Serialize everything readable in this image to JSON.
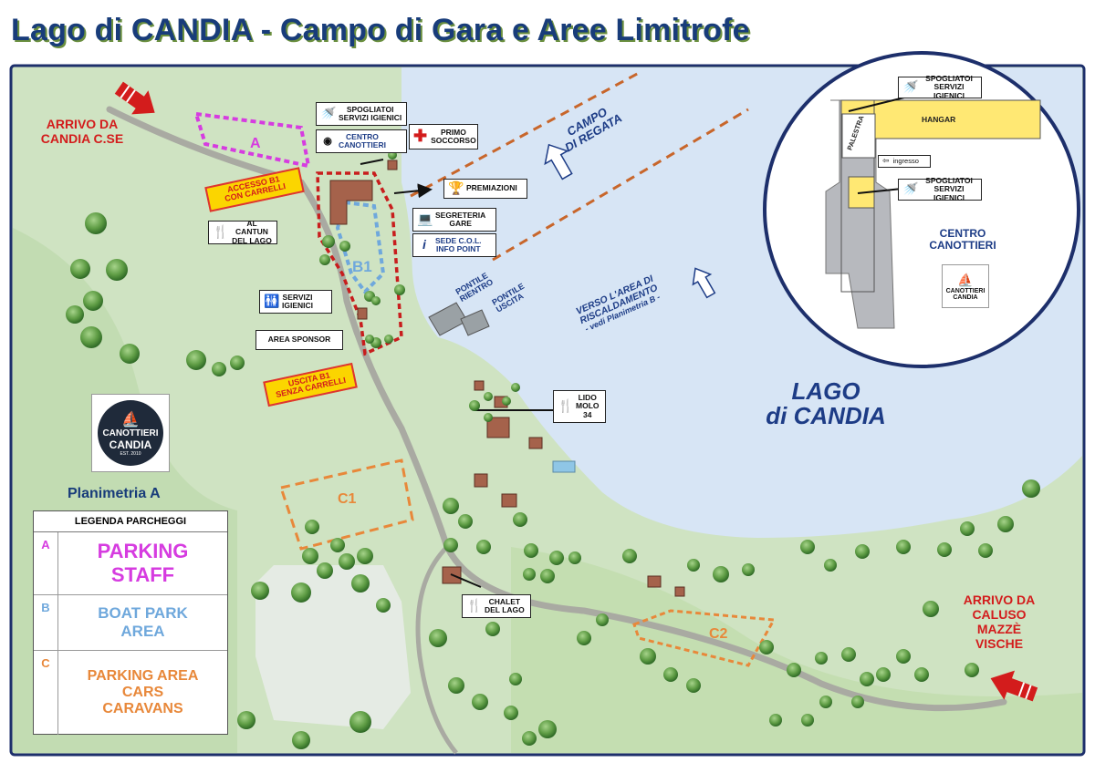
{
  "title": "Lago di CANDIA - Campo di Gara e Aree Limitrofe",
  "colors": {
    "title_blue": "#183c7a",
    "lake_blue": "#d7e5f5",
    "grass_green": "#cfe3c2",
    "parking_a": "#d63ce0",
    "parking_b": "#6fa8dc",
    "parking_c": "#e8883a",
    "route_red": "#c81d1d",
    "yellow": "#fbd500"
  },
  "arrivals": {
    "candia": "ARRIVO DA CANDIA C.SE",
    "caluso_1": "ARRIVO DA",
    "caluso_2": "CALUSO",
    "caluso_3": "MAZZÈ",
    "caluso_4": "VISCHE"
  },
  "areas": {
    "a": "A",
    "b1": "B1",
    "c1": "C1",
    "c2": "C2"
  },
  "access": {
    "in_1": "ACCESSO B1",
    "in_2": "CON CARRELLI",
    "out_1": "USCITA B1",
    "out_2": "SENZA CARRELLI"
  },
  "labels": {
    "spogliatoi_1": "SPOGLIATOI",
    "spogliatoi_2": "SERVIZI IGIENICI",
    "centro_1": "CENTRO",
    "centro_2": "CANOTTIERI",
    "primo_1": "PRIMO",
    "primo_2": "SOCCORSO",
    "premiazioni": "PREMIAZIONI",
    "segreteria_1": "SEGRETERIA",
    "segreteria_2": "GARE",
    "sede_1": "SEDE C.O.L.",
    "sede_2": "INFO POINT",
    "cantun_1": "AL CANTUN",
    "cantun_2": "DEL LAGO",
    "servizi_1": "SERVIZI",
    "servizi_2": "IGIENICI",
    "sponsor": "AREA SPONSOR",
    "lido_1": "LIDO",
    "lido_2": "MOLO",
    "lido_3": "34",
    "chalet_1": "CHALET",
    "chalet_2": "DEL LAGO",
    "pontile_rientro_1": "PONTILE",
    "pontile_rientro_2": "RIENTRO",
    "pontile_uscita_1": "PONTILE",
    "pontile_uscita_2": "USCITA"
  },
  "regata": {
    "line1": "CAMPO",
    "line2": "DI REGATA"
  },
  "warmup": {
    "line1": "VERSO L'AREA DI",
    "line2": "RISCALDAMENTO",
    "line3": "- vedi Planimetria B -"
  },
  "lake": {
    "line1": "LAGO",
    "line2": "di CANDIA"
  },
  "inset": {
    "spogliatoi_top_1": "SPOGLIATOI",
    "spogliatoi_top_2": "SERVIZI IGIENICI",
    "hangar": "HANGAR",
    "palestra": "PALESTRA",
    "ingresso": "ingresso",
    "spogliatoi_bot_1": "SPOGLIATOI",
    "spogliatoi_bot_2": "SERVIZI IGIENICI",
    "centro_1": "CENTRO",
    "centro_2": "CANOTTIERI",
    "logo_1": "CANOTTIERI",
    "logo_2": "CANDIA"
  },
  "logo": {
    "line1": "CANOTTIERI",
    "line2": "CANDIA",
    "est": "EST. 2010"
  },
  "planimetria": "Planimetria A",
  "legend": {
    "title": "LEGENDA PARCHEGGI",
    "a_letter": "A",
    "a_1": "PARKING",
    "a_2": "STAFF",
    "b_letter": "B",
    "b_1": "BOAT PARK",
    "b_2": "AREA",
    "c_letter": "C",
    "c_1": "PARKING AREA",
    "c_2": "CARS",
    "c_3": "CARAVANS"
  }
}
